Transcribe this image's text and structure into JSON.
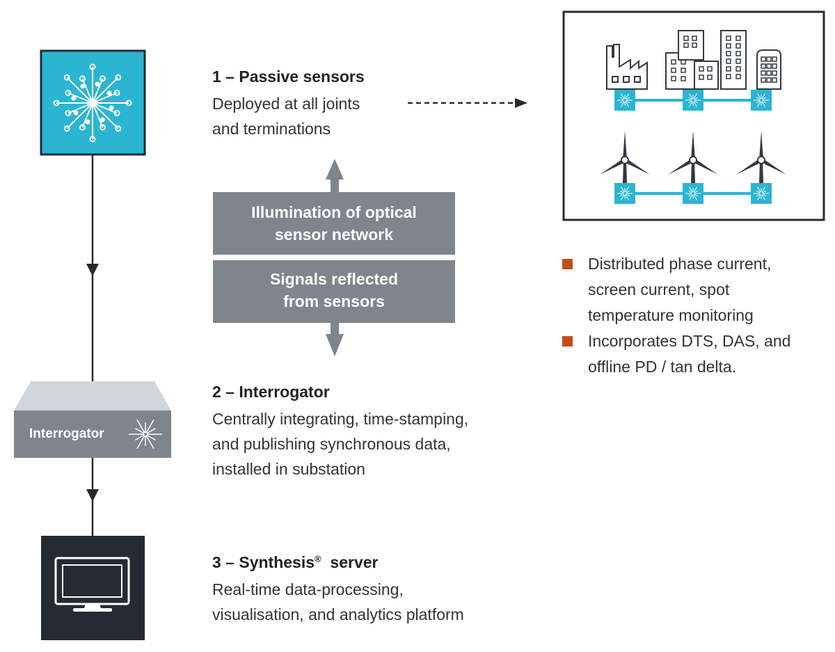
{
  "steps": [
    {
      "title": "1 – Passive sensors",
      "desc": "Deployed at all joints\nand terminations"
    },
    {
      "title": "2 – Interrogator",
      "desc": "Centrally integrating, time-stamping,\nand publishing synchronous data,\ninstalled in substation"
    },
    {
      "title": "3 – Synthesis",
      "title_mark": "®",
      "title_suffix": "server",
      "desc": "Real-time data-processing,\nvisualisation, and analytics platform"
    }
  ],
  "signal_boxes": {
    "illumination": "Illumination of optical\nsensor network",
    "reflected": "Signals reflected\nfrom sensors"
  },
  "interrogator_label": "Interrogator",
  "bullets": [
    "Distributed phase current,\nscreen current, spot\ntemperature monitoring",
    "Incorporates DTS, DAS, and\noffline PD / tan delta."
  ],
  "icons": {
    "sensor": "sensor-starburst-icon",
    "interrogator": "interrogator-device-icon",
    "monitor": "monitor-icon",
    "factory": "factory-icon",
    "building": "building-icon",
    "wind_turbine": "wind-turbine-icon"
  },
  "colors": {
    "cyan": "#2ab5d3",
    "dark": "#262b33",
    "gray_box": "#7f858c",
    "bullet": "#c24e1c",
    "line": "#33383f"
  }
}
